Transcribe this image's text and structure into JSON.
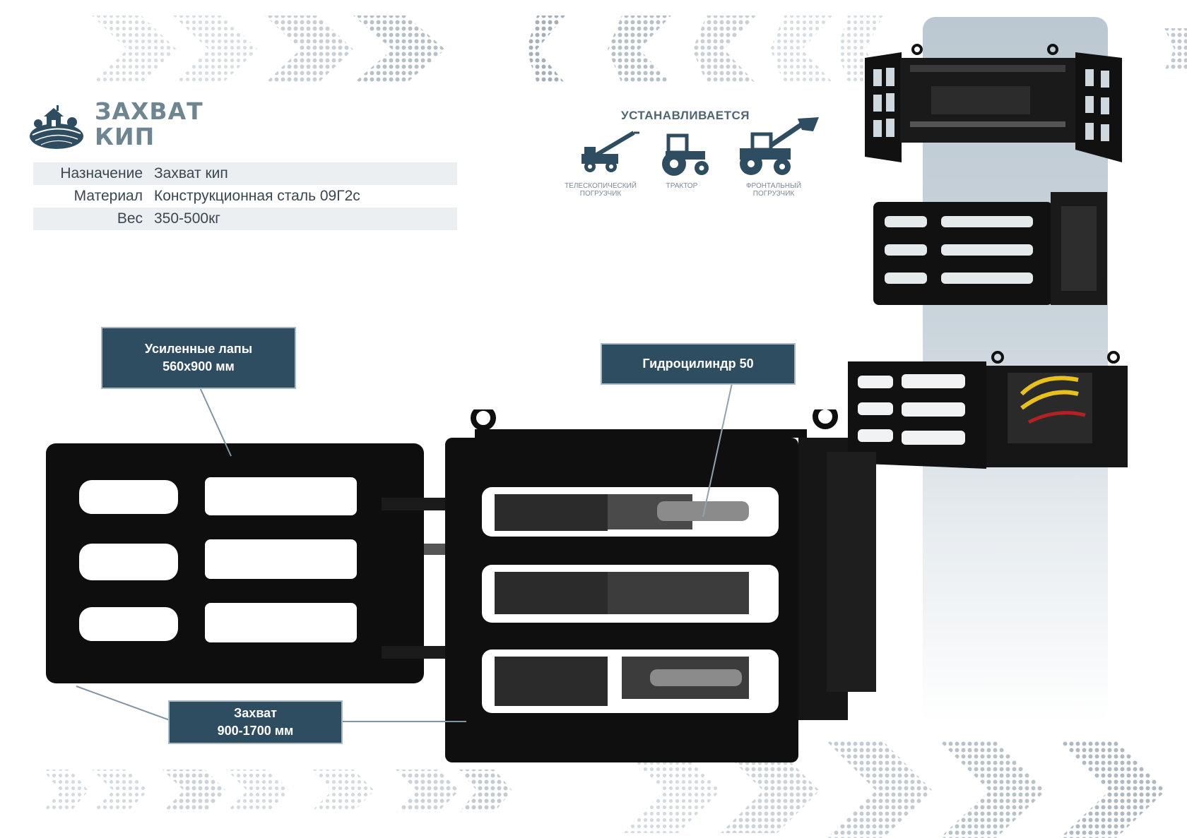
{
  "title": {
    "line1": "ЗАХВАТ",
    "line2": "КИП"
  },
  "specs": [
    {
      "label": "Назначение",
      "value": "Захват кип"
    },
    {
      "label": "Материал",
      "value": "Конструкционная сталь 09Г2с"
    },
    {
      "label": "Вес",
      "value": "350-500кг"
    }
  ],
  "install": {
    "title": "УСТАНАВЛИВАЕТСЯ",
    "vehicles": [
      {
        "icon": "telehandler-icon",
        "line1": "ТЕЛЕСКОПИЧЕСКИЙ",
        "line2": "ПОГРУЗЧИК"
      },
      {
        "icon": "tractor-icon",
        "line1": "ТРАКТОР",
        "line2": ""
      },
      {
        "icon": "front-loader-icon",
        "line1": "ФРОНТАЛЬНЫЙ",
        "line2": "ПОГРУЗЧИК"
      }
    ]
  },
  "callouts": {
    "legs": {
      "line1": "Усиленные лапы",
      "line2": "560х900 мм"
    },
    "cylinder": {
      "line1": "Гидроцилиндр 50"
    },
    "grip": {
      "line1": "Захват",
      "line2": "900-1700 мм"
    }
  },
  "colors": {
    "accent": "#2f4d61",
    "title": "#6e8592",
    "panel": "#c4d0d8"
  }
}
